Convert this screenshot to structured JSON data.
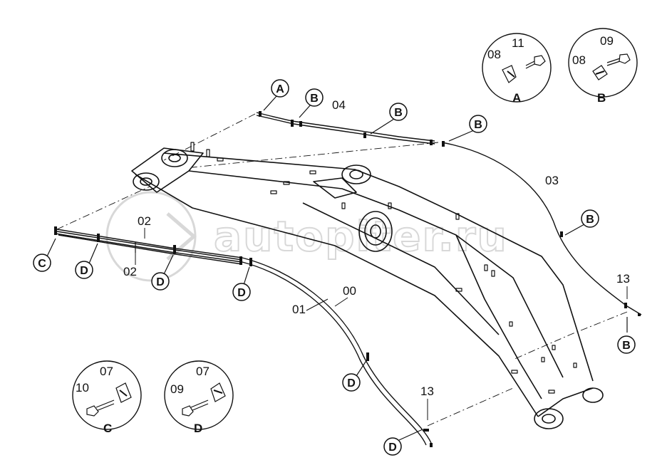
{
  "watermark": {
    "text": "autopiter.ru"
  },
  "callouts": {
    "a1": "A",
    "b1": "B",
    "b2": "B",
    "b3": "B",
    "b4": "B",
    "b5": "B",
    "c1": "C",
    "d1": "D",
    "d2": "D",
    "d3": "D",
    "d4": "D",
    "d5": "D"
  },
  "part_numbers": {
    "p04": "04",
    "p03": "03",
    "p02a": "02",
    "p02b": "02",
    "p00": "00",
    "p01": "01",
    "p13a": "13",
    "p13b": "13"
  },
  "details": {
    "A": {
      "label": "A",
      "parts": [
        "08",
        "11"
      ]
    },
    "B": {
      "label": "B",
      "parts": [
        "08",
        "09"
      ]
    },
    "C": {
      "label": "C",
      "parts": [
        "10",
        "07"
      ]
    },
    "D": {
      "label": "D",
      "parts": [
        "09",
        "07"
      ]
    }
  },
  "colors": {
    "line": "#111111",
    "watermark": "#d8d8d8"
  }
}
